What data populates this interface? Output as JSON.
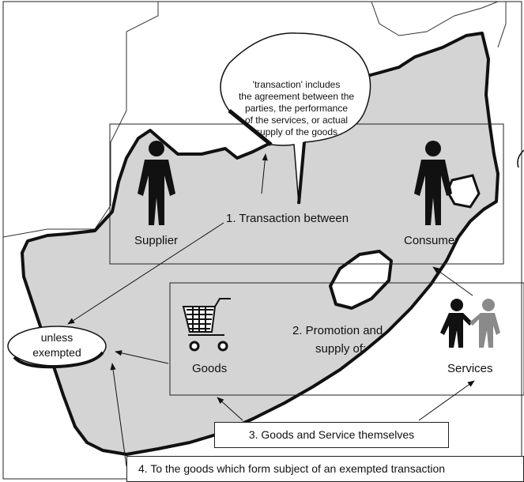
{
  "callout": {
    "lines": [
      "'transaction' includes",
      "the agreement between the",
      "parties, the performance",
      "of the services, or actual",
      "supply of the goods"
    ]
  },
  "box1": {
    "label": "1.  Transaction between",
    "supplier": "Supplier",
    "consumer": "Consumer"
  },
  "box2": {
    "label_line1": "2.  Promotion and",
    "label_line2": "supply of:",
    "goods": "Goods",
    "services": "Services"
  },
  "box3": {
    "label": "3.  Goods and Service themselves"
  },
  "box4": {
    "label": "4.  To the goods which form subject of an exempted transaction"
  },
  "exempt": {
    "line1": "unless",
    "line2": "exempted"
  },
  "colors": {
    "land": "#d4d4d4",
    "outline": "#111111",
    "figure": "#111111",
    "figure_grey": "#8a8a8a"
  }
}
